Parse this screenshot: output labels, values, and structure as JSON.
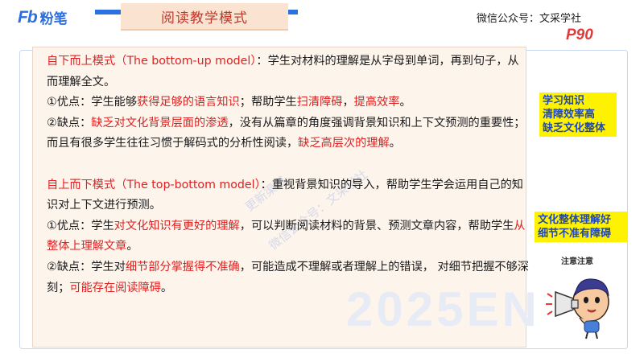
{
  "header": {
    "logo_mark": "Fb",
    "logo_text": "粉笔",
    "title": "阅读教学模式",
    "wechat": "微信公众号：文采学社",
    "page": "P90"
  },
  "colors": {
    "brand_blue": "#2b6fe0",
    "emphasis_red": "#e02020",
    "note_yellow": "#fff200",
    "note_text": "#1f47b8",
    "panel_bg": "#fdf4ec"
  },
  "bottom_up": {
    "heading": "自下而上模式（The bottom-up model）",
    "desc": "：学生对材料的理解是从字母到单词，再到句子，从而理解全文。",
    "pro_prefix": "①优点：学生能够",
    "pro_1": "获得足够的语言知识",
    "pro_mid": "；帮助学生",
    "pro_2": "扫清障碍",
    "pro_sep": "，",
    "pro_3": "提高效率",
    "pro_end": "。",
    "con_prefix": "②缺点：",
    "con_1": "缺乏对文化背景层面的渗透",
    "con_mid": "，没有从篇章的角度强调背景知识和上下文预测的重要性；而且有很多学生往往习惯于解码式的分析性阅读，",
    "con_2": "缺乏高层次的理解",
    "con_end": "。"
  },
  "top_down": {
    "heading": "自上而下模式（The top-bottom model）",
    "desc": "：重视背景知识的导入，帮助学生学会运用自己的知识对上下文进行预测。",
    "pro_prefix": "①优点：学生",
    "pro_1": "对文化知识有更好的理解",
    "pro_mid": "，可以判断阅读材料的背景、预测文章内容，帮助学生",
    "pro_2": "从整体上理解文章",
    "pro_end": "。",
    "con_prefix": "②缺点：学生对",
    "con_1": "细节部分掌握得不准确",
    "con_mid": "，可能造成不理解或者理解上的错误， 对细节把握不够深刻；",
    "con_2": "可能存在阅读障碍",
    "con_end": "。"
  },
  "notes": {
    "note1": [
      "学习知识",
      "清障效率高",
      "缺乏文化整体"
    ],
    "note2": [
      "文化整体理解好",
      "细节不准有障碍"
    ],
    "mascot_caption": "注意注意"
  },
  "watermark": {
    "line1": "更新渠道",
    "line2": "微信公众号：文采学社",
    "year": "2025EN"
  }
}
